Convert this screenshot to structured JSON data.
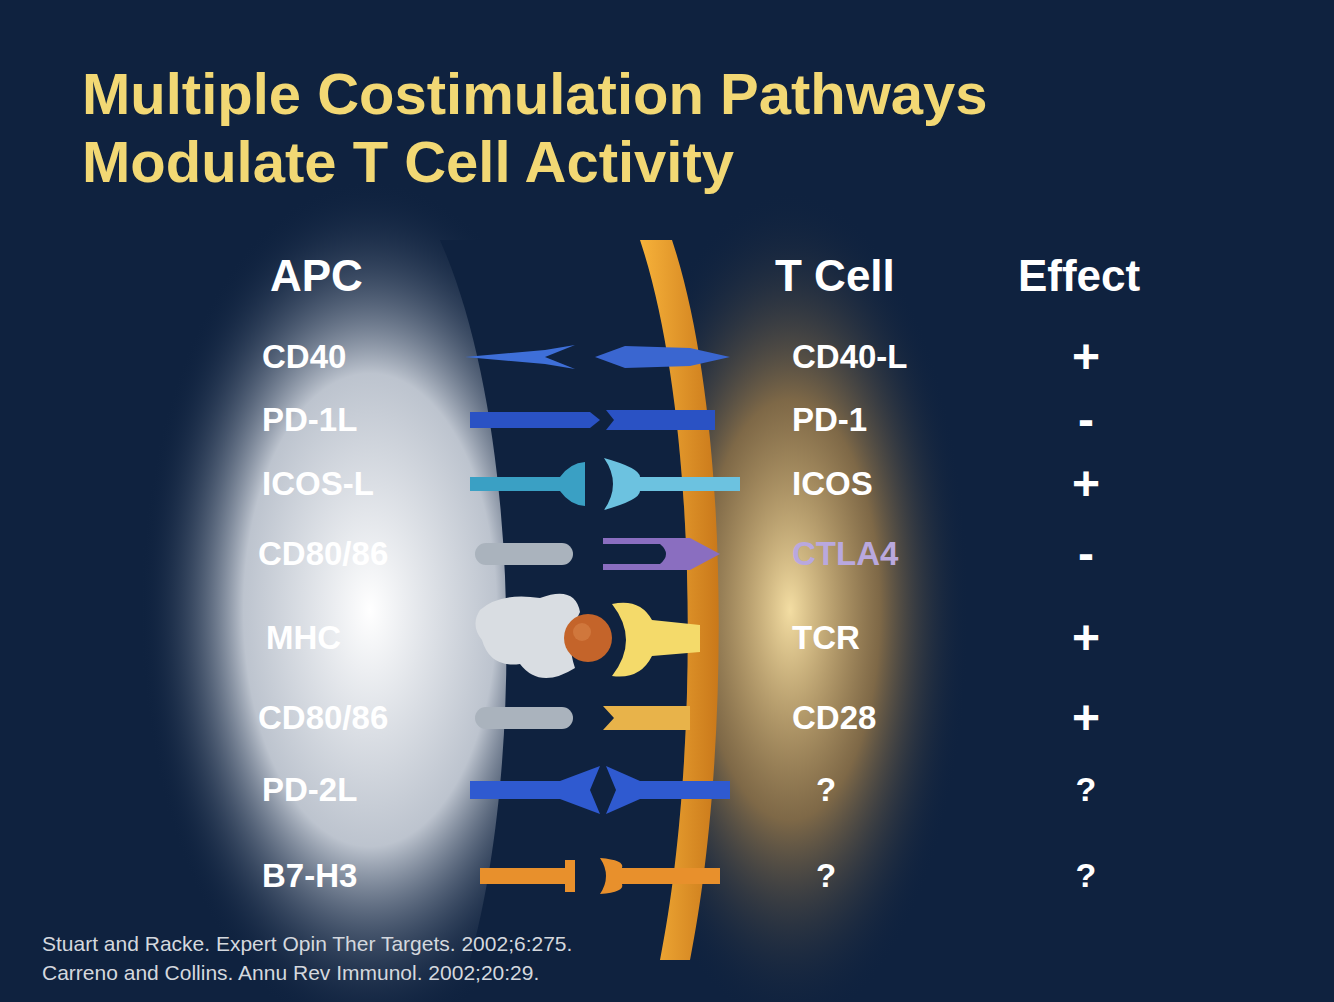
{
  "diagram": {
    "title": "Multiple Costimulation Pathways Modulate T Cell Activity",
    "labels": [
      "APC",
      "T Cell",
      "Effect",
      "CD40",
      "CD40-L",
      "+",
      "PD-1L",
      "PD-1",
      "-",
      "ICOS-L",
      "ICOS",
      "+",
      "CD80/86",
      "CTLA4",
      "-",
      "MHC",
      "TCR",
      "+",
      "CD80/86",
      "CD28",
      "+",
      "PD-2L",
      "?",
      "?",
      "B7-H3",
      "?",
      "?",
      "Stuart and Racke. Expert Opin Ther Targets. 2002;6:275.",
      "Carreno and Collins. Annu Rev Immunol. 2002;20:29."
    ]
  }
}
